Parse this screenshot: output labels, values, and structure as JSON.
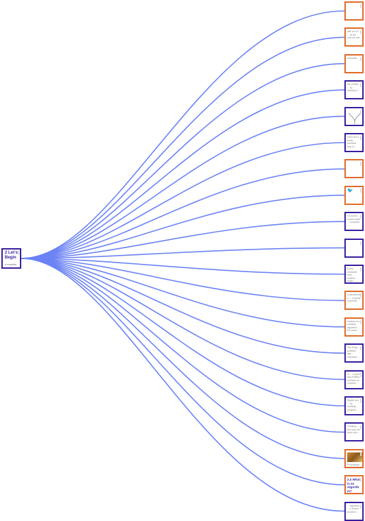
{
  "root": {
    "title": "2 Let’s Begin",
    "subtitle": "a computer ..."
  },
  "colors": {
    "edge": "#6b83f5",
    "purple": "#3a1d9e",
    "orange": "#e06a2a"
  },
  "leaves": [
    {
      "text": "",
      "color": "orange",
      "kind": "text"
    },
    {
      "text": "with an IoT ... at the ... how we can ...",
      "color": "orange",
      "kind": "text"
    },
    {
      "text": "character",
      "color": "orange",
      "kind": "text"
    },
    {
      "text": "the creator ... by drawing it ...",
      "color": "purple",
      "kind": "text"
    },
    {
      "text": "",
      "color": "purple",
      "kind": "chart"
    },
    {
      "text": "Extra are a really pleasant way of ...",
      "color": "purple",
      "kind": "text"
    },
    {
      "text": "",
      "color": "orange",
      "kind": "text"
    },
    {
      "text": "",
      "color": "orange",
      "kind": "bird"
    },
    {
      "text": "Of course ... a well-made ... computer ...",
      "color": "purple",
      "kind": "text"
    },
    {
      "text": "",
      "color": "purple",
      "kind": "text"
    },
    {
      "text": "Every character may ... matters ... begin ...",
      "color": "purple",
      "kind": "text"
    },
    {
      "text": "Characteristic ... of going character ...",
      "color": "orange",
      "kind": "text"
    },
    {
      "text": "Instead of a creating algorithm ... the world ...",
      "color": "orange",
      "kind": "text"
    },
    {
      "text": "The thing ... possible with ... character ...",
      "color": "purple",
      "kind": "text"
    },
    {
      "text": "In ... a good and healthy exercise to consider ...",
      "color": "purple",
      "kind": "text"
    },
    {
      "text": "Maybe you ... by creating ... program ...",
      "color": "purple",
      "kind": "text"
    },
    {
      "text": "Thinking ... this way will teach you ...",
      "color": "purple",
      "kind": "text"
    },
    {
      "text": "Photographer",
      "color": "orange",
      "kind": "image"
    },
    {
      "text": "2.4 What is an Algorithm?",
      "color": "orange",
      "kind": "title"
    },
    {
      "text": "... algorithm ... a solved problem ...",
      "color": "purple",
      "kind": "text"
    }
  ]
}
